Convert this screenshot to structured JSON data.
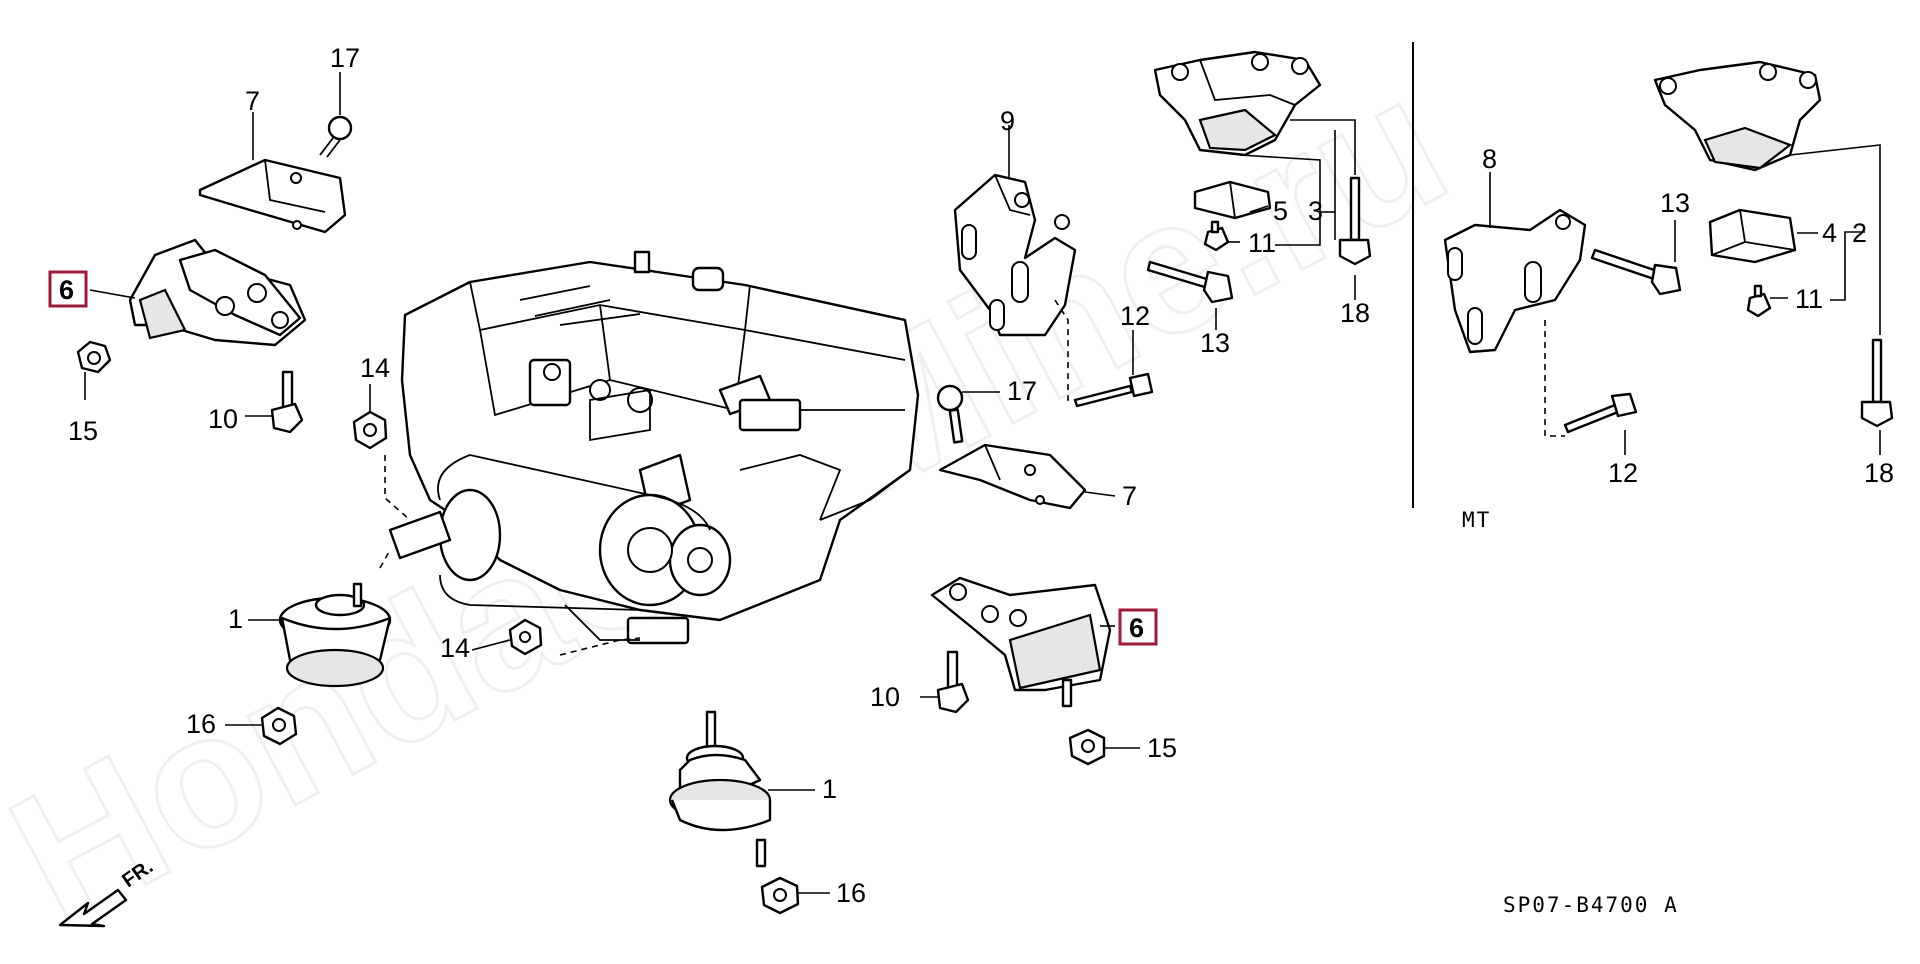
{
  "diagram": {
    "watermark": "HondaCarMine.ru",
    "figure_code": "SP07-B4700 A",
    "section_label": "MT",
    "direction_label": "FR.",
    "accent_color": "#9c1a3a",
    "callouts": {
      "p1_left": "1",
      "p1_right": "1",
      "p2": "2",
      "p3": "3",
      "p4": "4",
      "p5": "5",
      "p6_left": "6",
      "p6_right": "6",
      "p7_left": "7",
      "p7_right": "7",
      "p8": "8",
      "p9": "9",
      "p10_left": "10",
      "p10_right": "10",
      "p11_a": "11",
      "p11_b": "11",
      "p12_a": "12",
      "p12_b": "12",
      "p13_a": "13",
      "p13_b": "13",
      "p14_a": "14",
      "p14_b": "14",
      "p15_left": "15",
      "p15_right": "15",
      "p16_left": "16",
      "p16_right": "16",
      "p17_a": "17",
      "p17_b": "17",
      "p18_a": "18",
      "p18_b": "18"
    }
  }
}
